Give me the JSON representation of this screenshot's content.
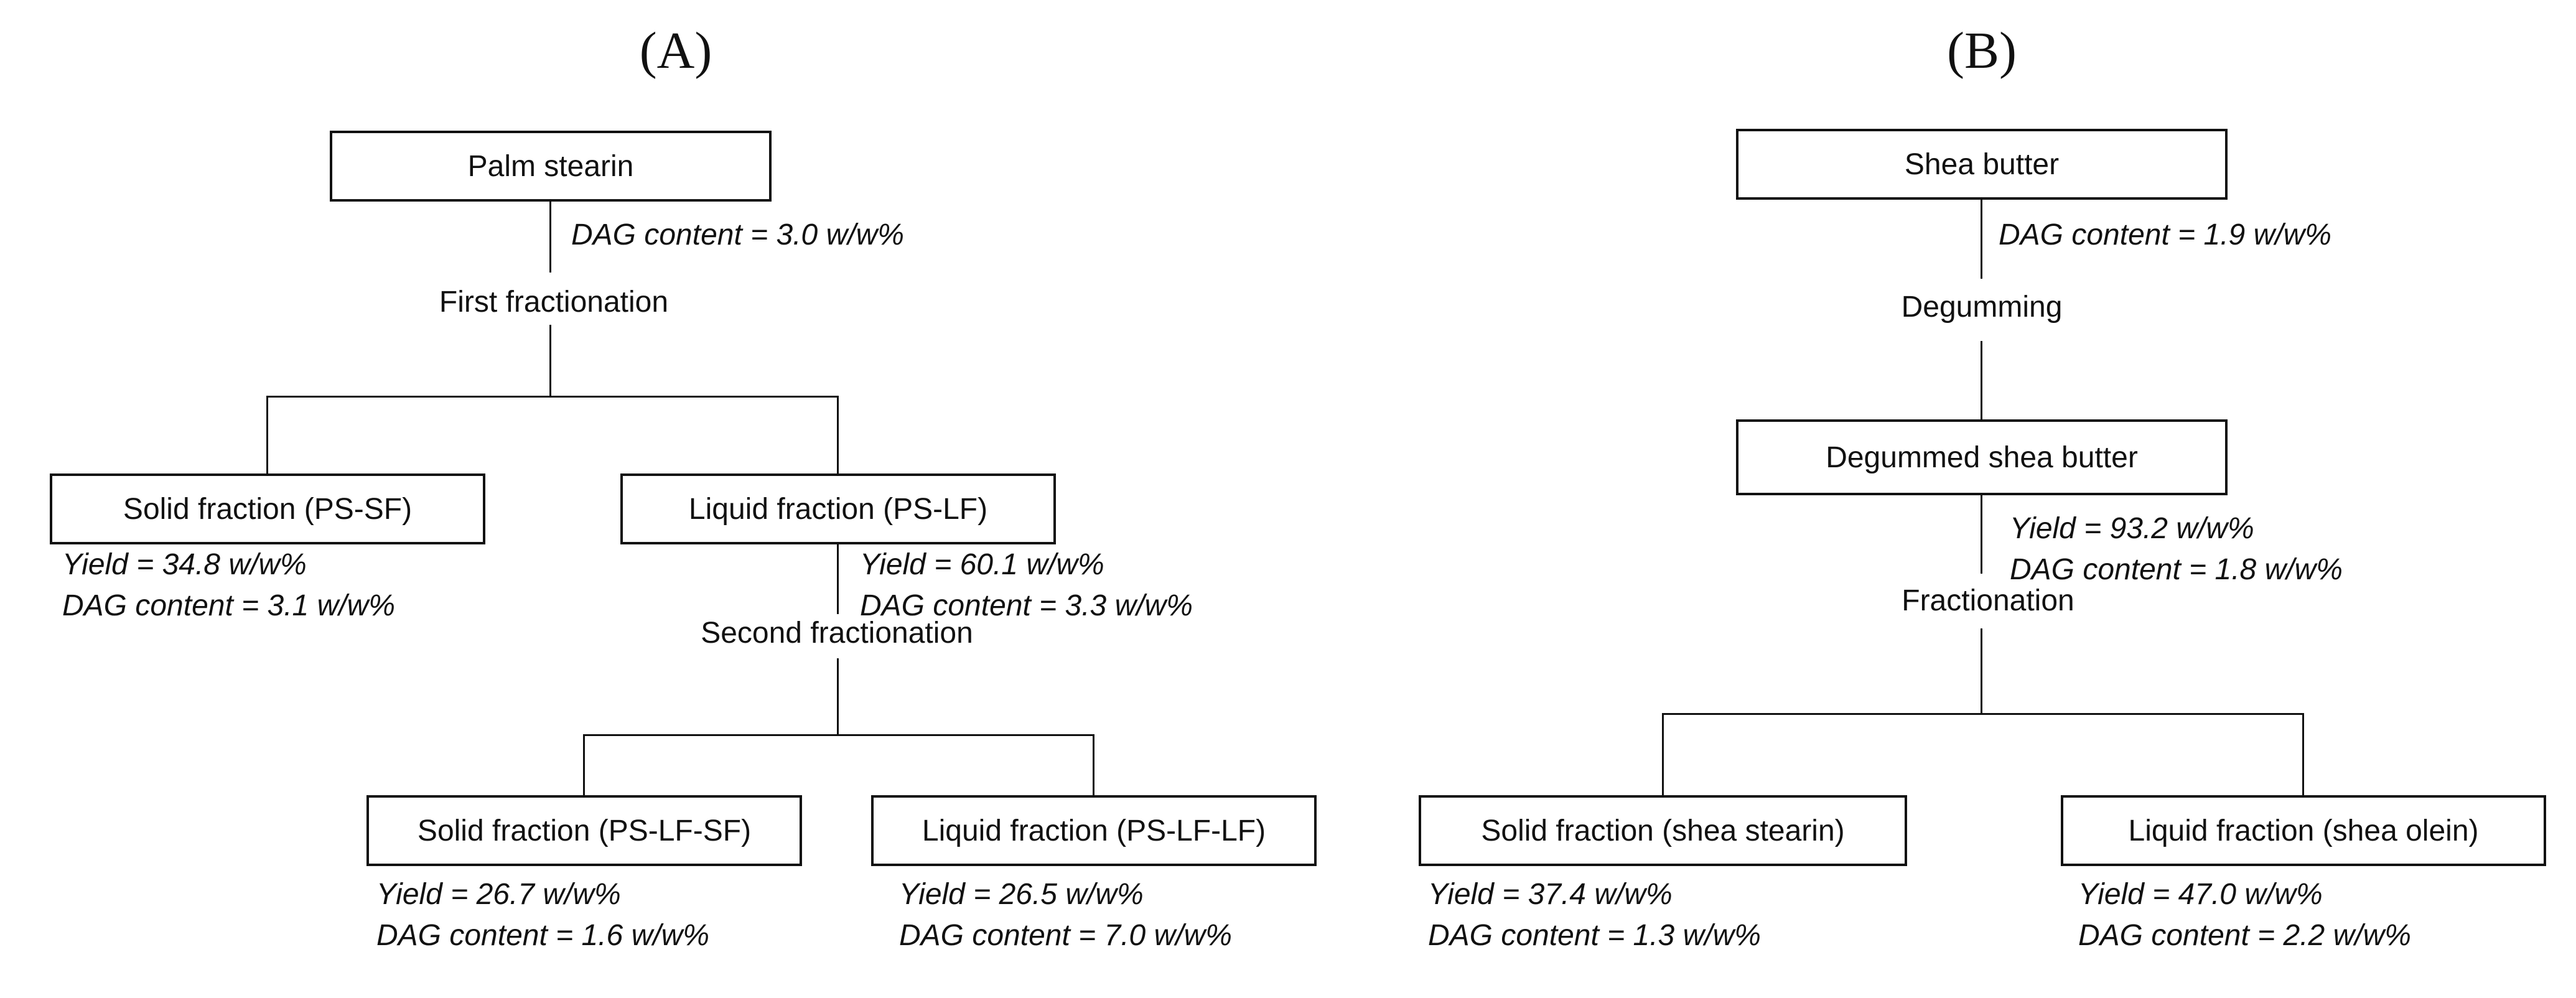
{
  "figure": {
    "panel_a": {
      "title": "(A)",
      "root": {
        "label": "Palm stearin",
        "annotation": "DAG content = 3.0 w/w%"
      },
      "process1": "First fractionation",
      "solid1": {
        "label": "Solid fraction (PS-SF)",
        "yield": "Yield = 34.8 w/w%",
        "dag": "DAG content = 3.1 w/w%"
      },
      "liquid1": {
        "label": "Liquid fraction (PS-LF)",
        "yield": "Yield = 60.1 w/w%",
        "dag": "DAG content = 3.3 w/w%"
      },
      "process2": "Second fractionation",
      "solid2": {
        "label": "Solid fraction (PS-LF-SF)",
        "yield": "Yield = 26.7 w/w%",
        "dag": "DAG content = 1.6 w/w%"
      },
      "liquid2": {
        "label": "Liquid fraction (PS-LF-LF)",
        "yield": "Yield = 26.5 w/w%",
        "dag": "DAG content = 7.0 w/w%"
      }
    },
    "panel_b": {
      "title": "(B)",
      "root": {
        "label": "Shea butter",
        "annotation": "DAG content = 1.9 w/w%"
      },
      "process1": "Degumming",
      "degummed": {
        "label": "Degummed shea butter",
        "yield": "Yield = 93.2 w/w%",
        "dag": "DAG content = 1.8 w/w%"
      },
      "process2": "Fractionation",
      "solid": {
        "label": "Solid fraction (shea stearin)",
        "yield": "Yield = 37.4 w/w%",
        "dag": "DAG content = 1.3 w/w%"
      },
      "liquid": {
        "label": "Liquid fraction (shea olein)",
        "yield": "Yield = 47.0 w/w%",
        "dag": "DAG content = 2.2 w/w%"
      }
    },
    "colors": {
      "ink": "#111111",
      "background": "#ffffff"
    }
  }
}
